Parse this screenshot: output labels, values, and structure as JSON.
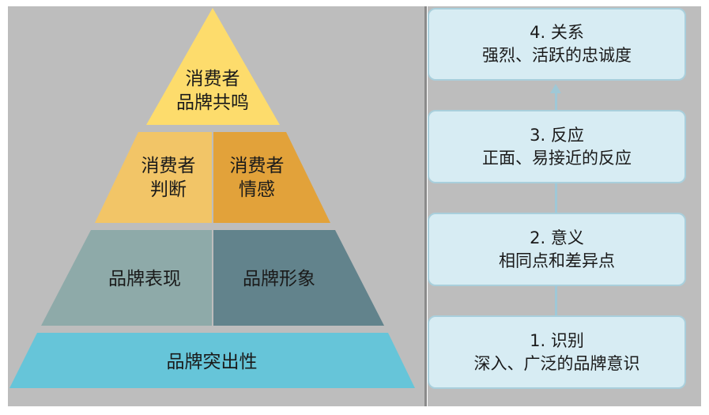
{
  "pyramid": {
    "levels": [
      {
        "label": "消费者\n品牌共鸣",
        "color": "#fddc6c"
      },
      {
        "label": "消费者\n判断",
        "color": "#f2c567"
      },
      {
        "label": "消费者\n情感",
        "color": "#e2a23a"
      },
      {
        "label": "品牌表现",
        "color": "#8eaaa9"
      },
      {
        "label": "品牌形象",
        "color": "#62838c"
      },
      {
        "label": "品牌突出性",
        "color": "#66c5d9"
      }
    ]
  },
  "steps": [
    {
      "title": "4. 关系",
      "desc": "强烈、活跃的忠诚度"
    },
    {
      "title": "3. 反应",
      "desc": "正面、易接近的反应"
    },
    {
      "title": "2. 意义",
      "desc": "相同点和差异点"
    },
    {
      "title": "1. 识别",
      "desc": "深入、广泛的品牌意识"
    }
  ]
}
